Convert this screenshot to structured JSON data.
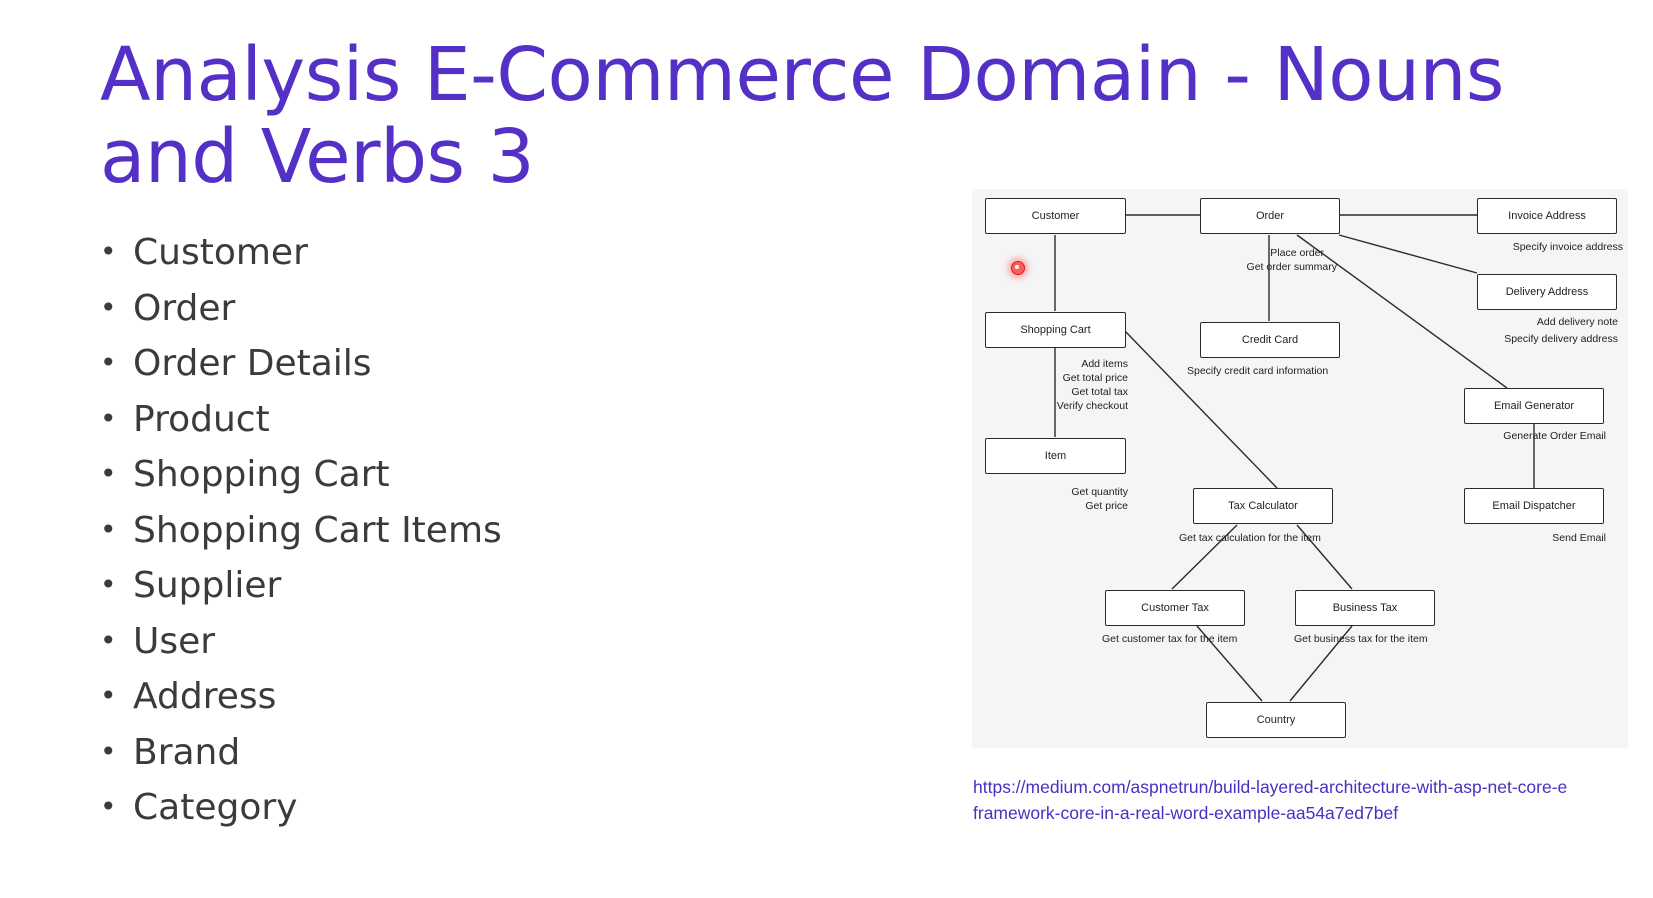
{
  "slide": {
    "title": "Analysis E-Commerce Domain - Nouns and Verbs 3",
    "bullet_glyph": "•",
    "bullets": [
      "Customer",
      "Order",
      "Order Details",
      "Product",
      "Shopping Cart",
      "Shopping Cart Items",
      "Supplier",
      "User",
      "Address",
      "Brand",
      "Category"
    ],
    "link_line1": "https://medium.com/aspnetrun/build-layered-architecture-with-asp-net-core-e",
    "link_line2": "framework-core-in-a-real-word-example-aa54a7ed7bef"
  },
  "diagram": {
    "nodes": {
      "customer": "Customer",
      "order": "Order",
      "invoice_address": "Invoice Address",
      "delivery_address": "Delivery Address",
      "shopping_cart": "Shopping Cart",
      "credit_card": "Credit Card",
      "email_generator": "Email Generator",
      "item": "Item",
      "tax_calculator": "Tax Calculator",
      "email_dispatcher": "Email Dispatcher",
      "customer_tax": "Customer Tax",
      "business_tax": "Business Tax",
      "country": "Country"
    },
    "notes": {
      "specify_invoice_address": "Specify invoice address",
      "place_order": "Place order",
      "get_order_summary": "Get order summary",
      "add_delivery_note": "Add delivery note",
      "specify_delivery_address": "Specify delivery address",
      "specify_credit_card": "Specify credit card information",
      "add_items": "Add items",
      "get_total_price": "Get total price",
      "get_total_tax": "Get total tax",
      "verify_checkout": "Verify checkout",
      "generate_order_email": "Generate Order Email",
      "get_quantity": "Get quantity",
      "get_price": "Get price",
      "get_tax_calculation": "Get tax calculation for the item",
      "send_email": "Send Email",
      "get_customer_tax": "Get customer tax for the item",
      "get_business_tax": "Get business tax for the item"
    }
  }
}
